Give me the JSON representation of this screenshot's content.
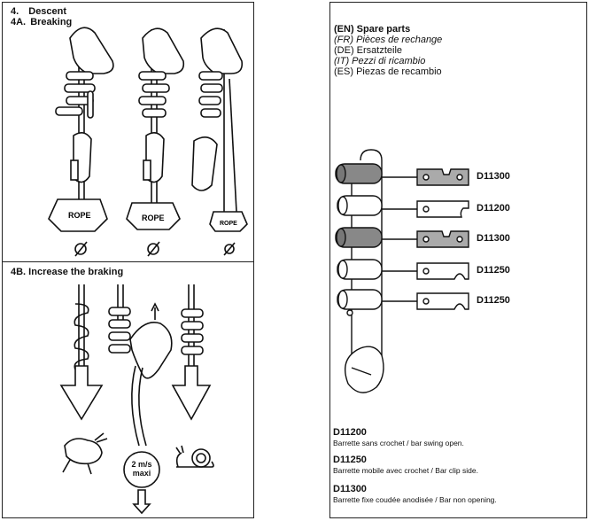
{
  "left_panel": {
    "section_4": {
      "number": "4.",
      "title": "Descent"
    },
    "section_4a": {
      "number": "4A.",
      "title": "Breaking"
    },
    "rope_labels": [
      "ROPE",
      "ROPE",
      "ROPE"
    ],
    "diameter_symbols": [
      "Ø",
      "Ø",
      "Ø"
    ],
    "section_4b": {
      "title": "4B. Increase the braking"
    },
    "speed_limit": {
      "value": "2 m/s",
      "note": "maxi"
    }
  },
  "right_panel": {
    "title_lines": [
      {
        "lang": "(EN)",
        "text": "Spare parts"
      },
      {
        "lang": "(FR)",
        "text": "Pièces de rechange"
      },
      {
        "lang": "(DE)",
        "text": "Ersatzteile"
      },
      {
        "lang": "(IT)",
        "text": "Pezzi di ricambio"
      },
      {
        "lang": "(ES)",
        "text": "Piezas de recambio"
      }
    ],
    "part_codes": [
      "D11300",
      "D11200",
      "D11300",
      "D11250",
      "D11250"
    ],
    "definitions": [
      {
        "code": "D11200",
        "description": "Barrette sans crochet / bar swing open."
      },
      {
        "code": "D11250",
        "description": "Barrette mobile avec crochet / Bar clip side."
      },
      {
        "code": "D11300",
        "description": "Barrette fixe coudée anodisée / Bar non opening."
      }
    ]
  }
}
